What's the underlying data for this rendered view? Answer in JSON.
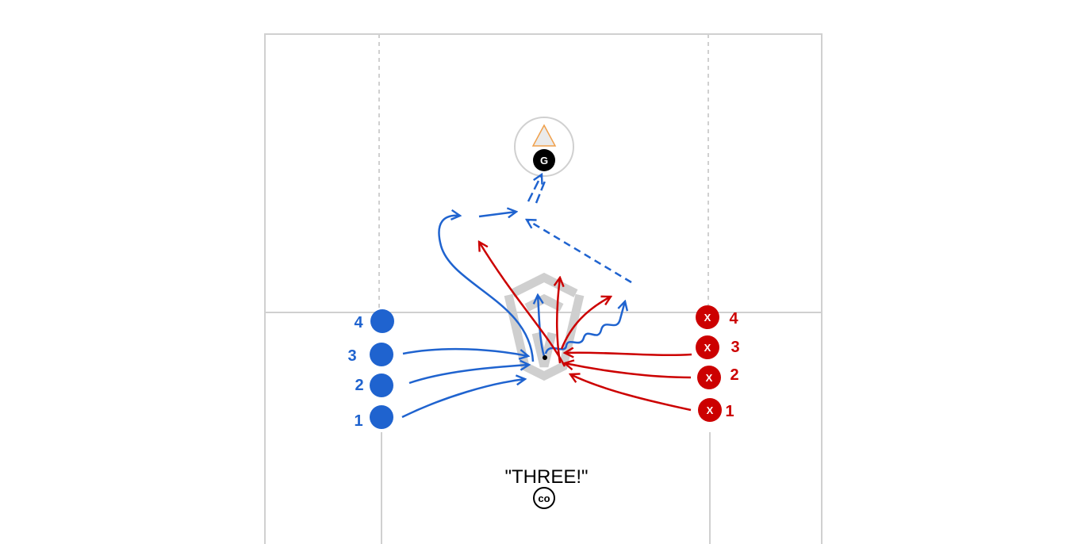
{
  "diagram": {
    "colors": {
      "offense": "#1f63cf",
      "defense": "#cc0000",
      "field_lines": "#d0d0d0",
      "logo": "#cfcfcf"
    },
    "goalie": {
      "label": "G"
    },
    "offense_players": [
      {
        "label": "4"
      },
      {
        "label": "3"
      },
      {
        "label": "2"
      },
      {
        "label": "1"
      }
    ],
    "defense_players": [
      {
        "marker": "X",
        "label": "4"
      },
      {
        "marker": "X",
        "label": "3"
      },
      {
        "marker": "X",
        "label": "2"
      },
      {
        "marker": "X",
        "label": "1"
      }
    ],
    "call_text": "\"THREE!\"",
    "coach_badge": "co"
  }
}
